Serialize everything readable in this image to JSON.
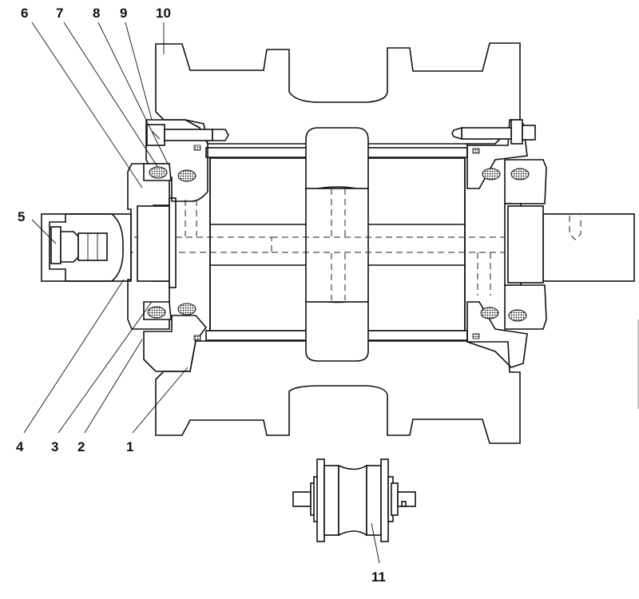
{
  "drawing": {
    "title": "Track roller assembly – sectional view",
    "callouts": [
      {
        "id": "1",
        "text": "1"
      },
      {
        "id": "2",
        "text": "2"
      },
      {
        "id": "3",
        "text": "3"
      },
      {
        "id": "4",
        "text": "4"
      },
      {
        "id": "5",
        "text": "5"
      },
      {
        "id": "6",
        "text": "6"
      },
      {
        "id": "7",
        "text": "7"
      },
      {
        "id": "8",
        "text": "8"
      },
      {
        "id": "9",
        "text": "9"
      },
      {
        "id": "10",
        "text": "10"
      },
      {
        "id": "11",
        "text": "11"
      }
    ],
    "line_color": "#111111",
    "background": "#ffffff"
  }
}
